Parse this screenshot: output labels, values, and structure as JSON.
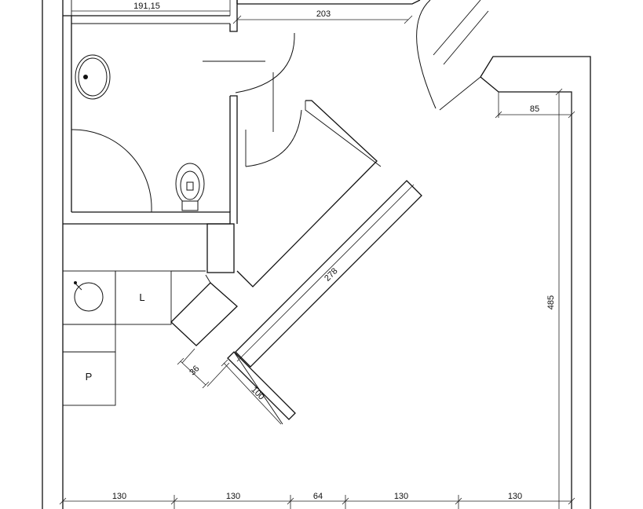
{
  "dimensions": {
    "top_bathroom": "191,15",
    "top_corridor": "203",
    "right_small": "85",
    "right_total": "485",
    "diagonal_wall": "278",
    "diag_36": "36",
    "diag_100": "100",
    "bottom_1": "130",
    "bottom_2": "130",
    "bottom_3": "64",
    "bottom_4": "130",
    "bottom_5": "130"
  },
  "room_labels": {
    "L": "L",
    "P": "P"
  }
}
